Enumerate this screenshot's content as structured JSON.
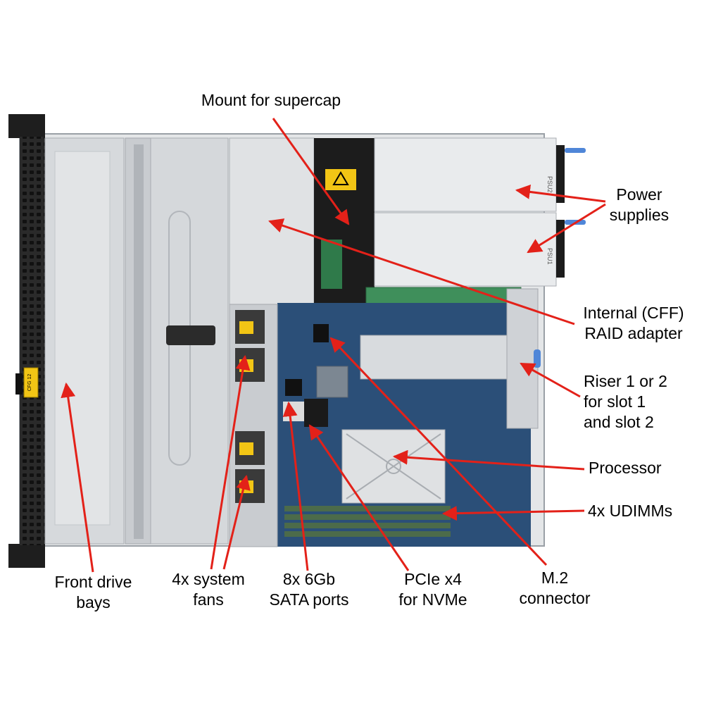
{
  "diagram": {
    "labels": {
      "supercap": "Mount for supercap",
      "psu": [
        "Power",
        "supplies"
      ],
      "raid": [
        "Internal (CFF)",
        "RAID adapter"
      ],
      "riser": [
        "Riser 1 or 2",
        "for slot 1",
        "and slot 2"
      ],
      "processor": "Processor",
      "udimms": "4x UDIMMs",
      "front_bays": [
        "Front drive",
        "bays"
      ],
      "fans": [
        "4x system",
        "fans"
      ],
      "sata": [
        "8x 6Gb",
        "SATA ports"
      ],
      "pcie": [
        "PCIe x4",
        "for NVMe"
      ],
      "m2": [
        "M.2",
        "connector"
      ]
    },
    "chassis_stickers": {
      "front_tag": "CFG 12",
      "psu_tag_1": "PSU2",
      "psu_tag_2": "PSU1"
    },
    "colors": {
      "arrow": "#e32119",
      "chassis": "#d9dcdf",
      "board": "#2b4f78",
      "dark": "#222222"
    }
  }
}
